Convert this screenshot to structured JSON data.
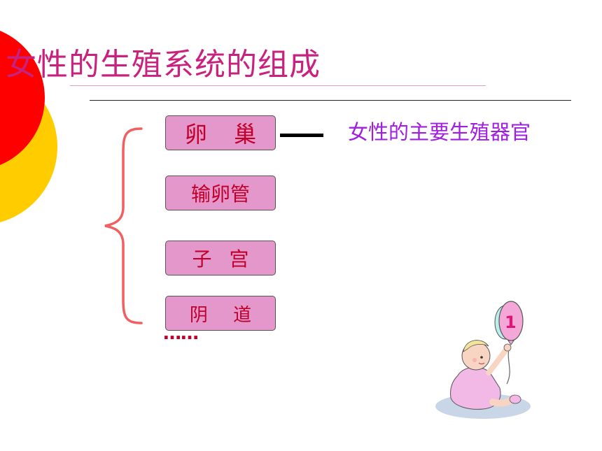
{
  "title": "女性的生殖系统的组成",
  "organs": [
    {
      "label": "卵 巢"
    },
    {
      "label": "输卵管"
    },
    {
      "label": "子 宫"
    },
    {
      "label": "阴 道"
    }
  ],
  "ovary_description": "女性的主要生殖器官",
  "ellipsis": "……",
  "balloon_number": "1",
  "colors": {
    "title": "#c8217e",
    "box_fill": "#e497ca",
    "box_text": "#c0002a",
    "description": "#a01ee0",
    "brace": "#f06060",
    "circle_red": "#ff0000",
    "circle_yellow": "#ffcc00"
  },
  "icons": [
    "brace-icon",
    "baby-with-balloon-icon"
  ]
}
